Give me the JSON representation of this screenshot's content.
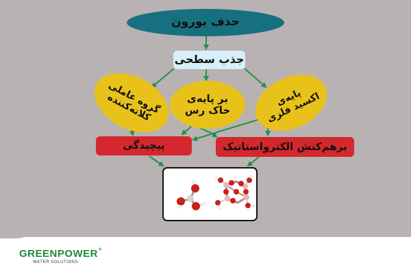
{
  "diagram": {
    "title_node": {
      "label": "حذف بورون",
      "color": "#17707f"
    },
    "mechanism_node": {
      "label": "جذب سطحی",
      "color": "#d6eff8"
    },
    "adsorbent_nodes": [
      {
        "id": "chelating",
        "label_line1": "گروه عاملی",
        "label_line2": "کلاته‌کننده",
        "color": "#e8c21a"
      },
      {
        "id": "clay",
        "label_line1": "بر پایه‌ی",
        "label_line2": "خاک رس",
        "color": "#e8c21a"
      },
      {
        "id": "metal-oxide",
        "label_line1": "پایه‌ی",
        "label_line2": "اکسید فلزی",
        "color": "#e8c21a"
      }
    ],
    "interaction_nodes": [
      {
        "id": "complexation",
        "label": "پیچیدگی",
        "color": "#d4272e"
      },
      {
        "id": "electrostatic",
        "label": "برهم‌کنش الکترواستاتیک",
        "color": "#d4272e"
      }
    ],
    "result_node": {
      "content": "boron-molecules-image",
      "molecules": [
        "boric-acid",
        "borate-ring"
      ]
    },
    "edge_color": "#22914a",
    "background_color": "#b8b2b2"
  },
  "branding": {
    "logo_text": "GREENPOWER",
    "logo_registered": "®",
    "logo_subtitle": "WATER SOLUTIONS",
    "logo_color": "#1f8a3b"
  }
}
